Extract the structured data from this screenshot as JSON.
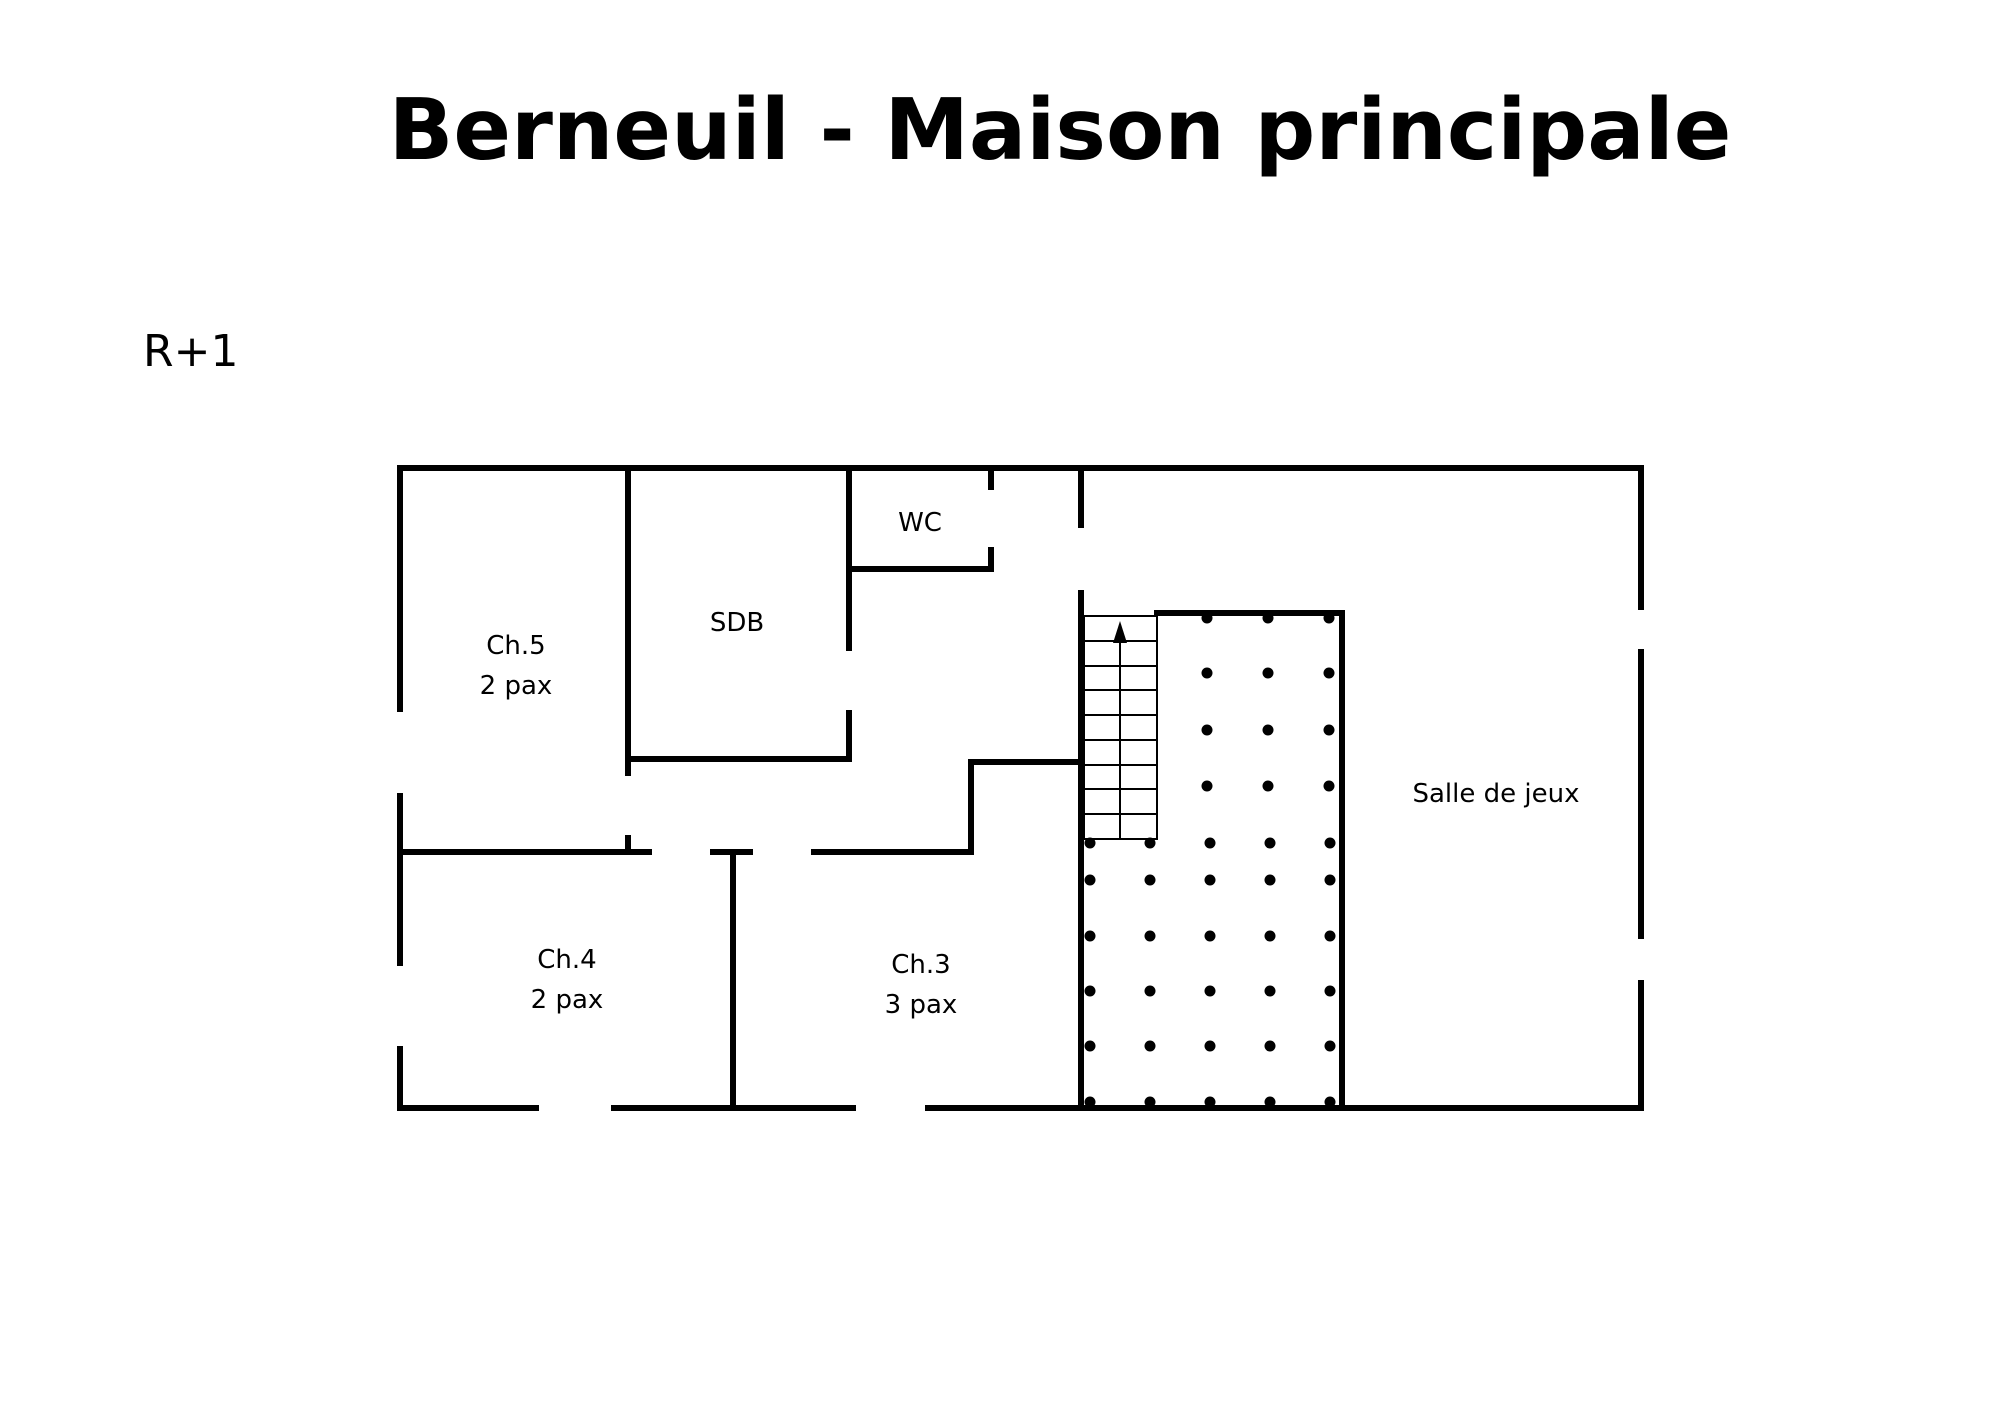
{
  "title": "Berneuil - Maison principale",
  "floor": "R+1",
  "rooms": {
    "ch5": {
      "name": "Ch.5",
      "capacity": "2 pax"
    },
    "sdb": {
      "name": "SDB"
    },
    "wc": {
      "name": "WC"
    },
    "ch4": {
      "name": "Ch.4",
      "capacity": "2 pax"
    },
    "ch3": {
      "name": "Ch.3",
      "capacity": "3 pax"
    },
    "salle_de_jeux": {
      "name": "Salle de jeux"
    }
  },
  "colors": {
    "ink": "#000000",
    "background": "#ffffff"
  }
}
